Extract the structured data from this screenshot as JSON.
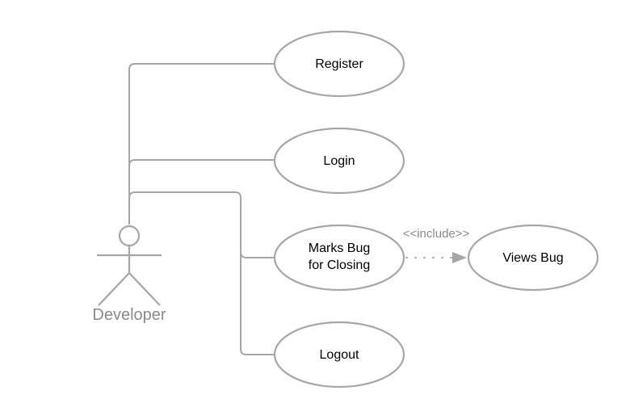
{
  "actor": {
    "name": "Developer"
  },
  "use_cases": {
    "register": {
      "lines": [
        "Register"
      ]
    },
    "login": {
      "lines": [
        "Login"
      ]
    },
    "marks_bug": {
      "lines": [
        "Marks Bug",
        "for Closing"
      ]
    },
    "views_bug": {
      "lines": [
        "Views Bug"
      ]
    },
    "logout": {
      "lines": [
        "Logout"
      ]
    }
  },
  "relationships": {
    "include": {
      "stereotype": "<<include>>",
      "from": "Marks Bug for Closing",
      "to": "Views Bug"
    }
  },
  "colors": {
    "line": "#a6a6a6",
    "actor_text": "#8a8a8a",
    "usecase_text": "#000000",
    "background": "#ffffff"
  }
}
